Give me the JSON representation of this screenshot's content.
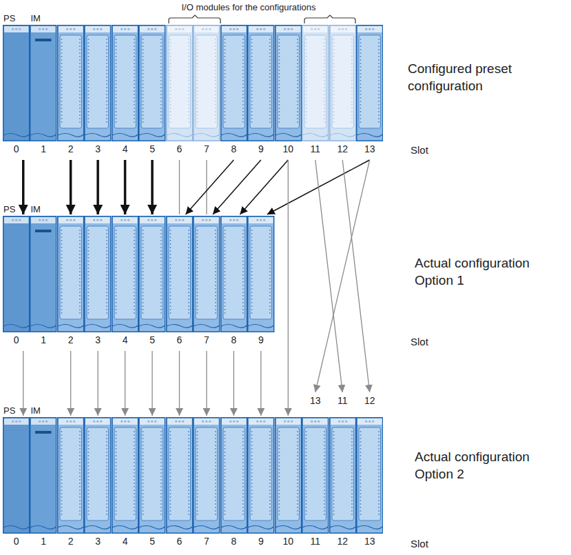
{
  "diagram": {
    "nodes": [
      {
        "text": [
          "PS",
          "0"
        ]
      },
      {
        "text": [
          "IM",
          "1"
        ]
      },
      {
        "text": [
          "2"
        ]
      },
      {
        "text": [
          "3"
        ]
      },
      {
        "text": [
          "4"
        ]
      },
      {
        "text": [
          "5"
        ]
      },
      {
        "text": [
          "6"
        ]
      },
      {
        "text": [
          "7"
        ]
      },
      {
        "text": [
          "8"
        ]
      },
      {
        "text": [
          "9"
        ]
      },
      {
        "text": [
          "10"
        ]
      },
      {
        "text": [
          "11"
        ]
      },
      {
        "text": [
          "12"
        ]
      },
      {
        "text": [
          "13"
        ]
      },
      {
        "text": [
          "PS",
          "0"
        ]
      },
      {
        "text": [
          "IM",
          "1"
        ]
      },
      {
        "text": [
          "2"
        ]
      },
      {
        "text": [
          "3"
        ]
      },
      {
        "text": [
          "4"
        ]
      },
      {
        "text": [
          "5"
        ]
      },
      {
        "text": [
          "6"
        ]
      },
      {
        "text": [
          "7"
        ]
      },
      {
        "text": [
          "8"
        ]
      },
      {
        "text": [
          "9"
        ]
      },
      {
        "text": [
          "PS",
          "0"
        ]
      },
      {
        "text": [
          "IM",
          "1"
        ]
      },
      {
        "text": [
          "2"
        ]
      },
      {
        "text": [
          "3"
        ]
      },
      {
        "text": [
          "4"
        ]
      },
      {
        "text": [
          "5"
        ]
      },
      {
        "text": [
          "6"
        ]
      },
      {
        "text": [
          "7"
        ]
      },
      {
        "text": [
          "8"
        ]
      },
      {
        "text": [
          "9"
        ]
      },
      {
        "text": [
          "10"
        ]
      },
      {
        "text": [
          "11"
        ]
      },
      {
        "text": [
          "12"
        ]
      },
      {
        "text": [
          "13"
        ]
      }
    ],
    "edges": [
      {
        "from": 0,
        "to": 14,
        "arrow": "to"
      },
      {
        "from": 2,
        "to": 16,
        "arrow": "to"
      },
      {
        "from": 3,
        "to": 17,
        "arrow": "to"
      },
      {
        "from": 4,
        "to": 18,
        "arrow": "to"
      },
      {
        "from": 5,
        "to": 19,
        "arrow": "to"
      },
      {
        "from": 6,
        "to": 20,
        "arrow": "none"
      },
      {
        "from": 7,
        "to": 21,
        "arrow": "none"
      },
      {
        "from": 8,
        "to": 20,
        "arrow": "to"
      },
      {
        "from": 9,
        "to": 21,
        "arrow": "to"
      },
      {
        "from": 10,
        "to": 22,
        "arrow": "to"
      },
      {
        "from": 13,
        "to": 23,
        "arrow": "to"
      },
      {
        "from": 10,
        "to": 34,
        "arrow": "to"
      },
      {
        "from": 11,
        "to": 36,
        "arrow": "to"
      },
      {
        "from": 12,
        "to": 37,
        "arrow": "to"
      },
      {
        "from": 13,
        "to": 35,
        "arrow": "to"
      },
      {
        "from": 14,
        "to": 24,
        "arrow": "to"
      },
      {
        "from": 16,
        "to": 26,
        "arrow": "to"
      },
      {
        "from": 17,
        "to": 27,
        "arrow": "to"
      },
      {
        "from": 18,
        "to": 28,
        "arrow": "to"
      },
      {
        "from": 19,
        "to": 29,
        "arrow": "to"
      },
      {
        "from": 20,
        "to": 30,
        "arrow": "to"
      },
      {
        "from": 21,
        "to": 31,
        "arrow": "to"
      },
      {
        "from": 22,
        "to": 32,
        "arrow": "to"
      },
      {
        "from": 23,
        "to": 33,
        "arrow": "to"
      }
    ],
    "labels": [
      "I/O modules for the configurations",
      "Configured preset configuration",
      "Slot",
      "Actual configuration Option 1",
      "Slot",
      "13",
      "11",
      "12",
      "Actual configuration Option 2",
      "Slot"
    ]
  }
}
